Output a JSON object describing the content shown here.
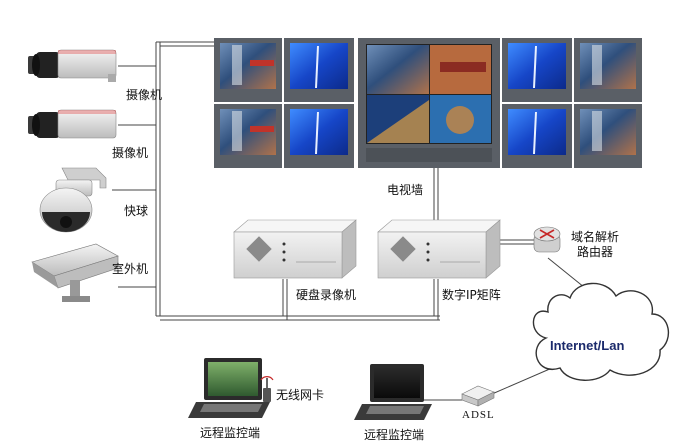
{
  "labels": {
    "camera1": "摄像机",
    "camera2": "摄像机",
    "speed_dome": "快球",
    "outdoor_camera": "室外机",
    "tv_wall": "电视墙",
    "dvr": "硬盘录像机",
    "ip_matrix": "数字IP矩阵",
    "ddns_router_line1": "域名解析",
    "ddns_router_line2": "路由器",
    "cloud": "Internet/Lan",
    "wireless_card": "无线网卡",
    "adsl": "ADSL",
    "remote_monitor_1": "远程监控端",
    "remote_monitor_2": "远程监控端"
  },
  "colors": {
    "line": "#444444",
    "tv_bezel": "#5a5f66",
    "screen_blue": "#1e5bd8",
    "device_body": "#e6e6e6",
    "cloud_stroke": "#333333",
    "cloud_text": "#1b2a6b"
  },
  "icons": {
    "box_camera": "cctv-box-camera-icon",
    "dome": "speed-dome-camera-icon",
    "outdoor": "outdoor-housing-camera-icon",
    "monitor": "crt-monitor-icon",
    "rack": "rack-server-icon",
    "router": "router-icon",
    "laptop": "laptop-icon",
    "modem": "adsl-modem-icon"
  }
}
